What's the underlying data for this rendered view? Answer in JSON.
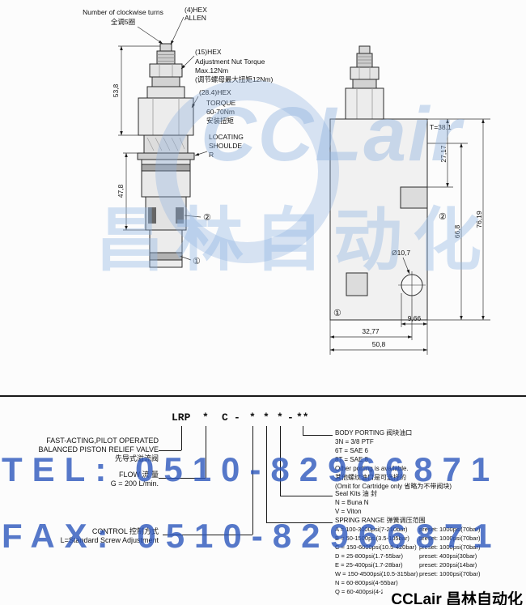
{
  "colors": {
    "watermark_blue": "#2c56bc",
    "logo_blue": "#8cb0de",
    "line_black": "#1a1a1a"
  },
  "watermark": {
    "logo_text": "CCLair",
    "logo_cn": "昌林自动化",
    "tel": "TEL: 0510-82966871",
    "fax": "FAX: 0510-82966871",
    "footer": "CCLair 昌林自动化"
  },
  "cartridge_drawing": {
    "turns_label_en": "Number of clockwise turns",
    "turns_label_cn": "全调5圈",
    "hex4_line1": "(4)HEX",
    "hex4_line2": "ALLEN",
    "hex15": "(15)HEX",
    "nut_torque_line1": "Adjustment Nut Torque",
    "nut_torque_line2": "Max.12Nm",
    "nut_torque_line3": "(调节螺母最大扭矩12Nm)",
    "hex284": "(28.4)HEX",
    "torque_line1": "TORQUE",
    "torque_line2": "60-70Nm",
    "torque_line3": "安装扭矩",
    "locating_line1": "LOCATING",
    "locating_line2": "SHOULDE",
    "locating_line3": "R",
    "dim_height_upper": "53,8",
    "dim_height_lower": "47,8",
    "port_1": "①",
    "port_2": "②"
  },
  "body_drawing": {
    "dim_t": "T=38.1",
    "dim_port_depth": "27,17",
    "dim_port_height": "66,8",
    "dim_total_height": "76,19",
    "dim_hole": "Ø10,7",
    "dim_hole_offset": "9,66",
    "dim_hole_x": "32,77",
    "dim_width": "50,8",
    "port_1": "①",
    "port_2": "②"
  },
  "model_code": {
    "prefix": "LRP",
    "star1": "*",
    "letter_c": "C",
    "dash1": "-",
    "star2": "*",
    "star3": "*",
    "star4": "*",
    "dash2": "-",
    "suffix": "**"
  },
  "legend_left": {
    "valve": [
      "FAST-ACTING,PILOT OPERATED",
      "BALANCED PISTON RELIEF VALVE",
      "先导式溢流阀"
    ],
    "flow": [
      "FLOW 流 量",
      "G = 200 L/min."
    ],
    "control": [
      "CONTROL 控制方式",
      "L=Standard Screw Adjustment"
    ]
  },
  "legend_right": {
    "body_porting_title": "BODY PORTING 阀块油口",
    "body_porting_items": [
      "3N = 3/8 PTF",
      "6T = SAE 6",
      "8T = SAE 8",
      "Other porting is available.",
      "其他螺纹油口是可选择的",
      "(Omit for Cartridge only 省略为不带阀块)"
    ],
    "seal_title": "Seal Kits 油 封",
    "seal_items": [
      "N = Buna N",
      "V = Viton"
    ],
    "spring_title": "SPRING RANGE 弹簧调压范围",
    "spring_rows": [
      {
        "range": "A = 100-3000psi(7-210bar)",
        "preset": "preset: 1000psi(70bar)"
      },
      {
        "range": "B = 50-1500psi(3.5-105bar)",
        "preset": "preset: 1000psi(70bar)"
      },
      {
        "range": "C = 150-6000psi(10.5-420bar)",
        "preset": "preset: 1000psi(70bar)"
      },
      {
        "range": "D = 25-800psi(1.7-55bar)",
        "preset": "preset: 400psi(30bar)"
      },
      {
        "range": "E = 25-400psi(1.7-28bar)",
        "preset": "preset: 200psi(14bar)"
      },
      {
        "range": "W = 150-4500psi(10.5-315bar)",
        "preset": "preset: 1000psi(70bar)"
      },
      {
        "range": "N = 60-800psi(4-55bar)",
        "preset": ""
      },
      {
        "range": "Q = 60-400psi(4-28bar)",
        "preset": ""
      }
    ]
  }
}
